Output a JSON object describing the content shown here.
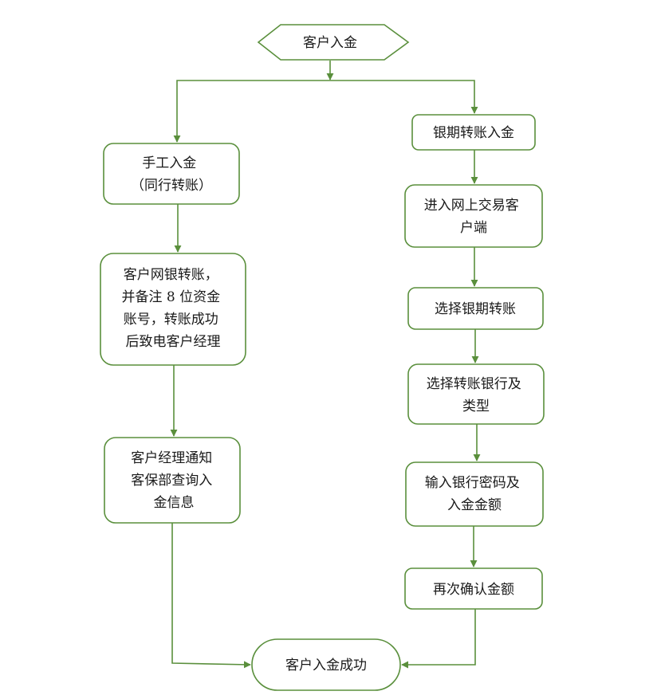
{
  "colors": {
    "stroke": "#5a8f3c",
    "text": "#1a1a1a",
    "background": "#ffffff"
  },
  "nodes": {
    "start": {
      "shape": "hexagon",
      "lines": [
        "客户入金"
      ]
    },
    "manual_deposit": {
      "shape": "rounded-rect",
      "lines": [
        "手工入金",
        "（同行转账）"
      ]
    },
    "online_transfer": {
      "shape": "rounded-rect",
      "lines": [
        "客户网银转账，",
        "并备注 8 位资金",
        "账号，转账成功",
        "后致电客户经理"
      ]
    },
    "notify_dept": {
      "shape": "rounded-rect",
      "lines": [
        "客户经理通知",
        "客保部查询入",
        "金信息"
      ]
    },
    "bank_futures": {
      "shape": "rounded-rect",
      "lines": [
        "银期转账入金"
      ]
    },
    "enter_client": {
      "shape": "rounded-rect",
      "lines": [
        "进入网上交易客",
        "户端"
      ]
    },
    "select_transfer": {
      "shape": "rounded-rect",
      "lines": [
        "选择银期转账"
      ]
    },
    "select_bank": {
      "shape": "rounded-rect",
      "lines": [
        "选择转账银行及",
        "类型"
      ]
    },
    "input_password": {
      "shape": "rounded-rect",
      "lines": [
        "输入银行密码及",
        "入金金额"
      ]
    },
    "confirm_amount": {
      "shape": "rounded-rect",
      "lines": [
        "再次确认金额"
      ]
    },
    "end": {
      "shape": "stadium",
      "lines": [
        "客户入金成功"
      ]
    }
  }
}
